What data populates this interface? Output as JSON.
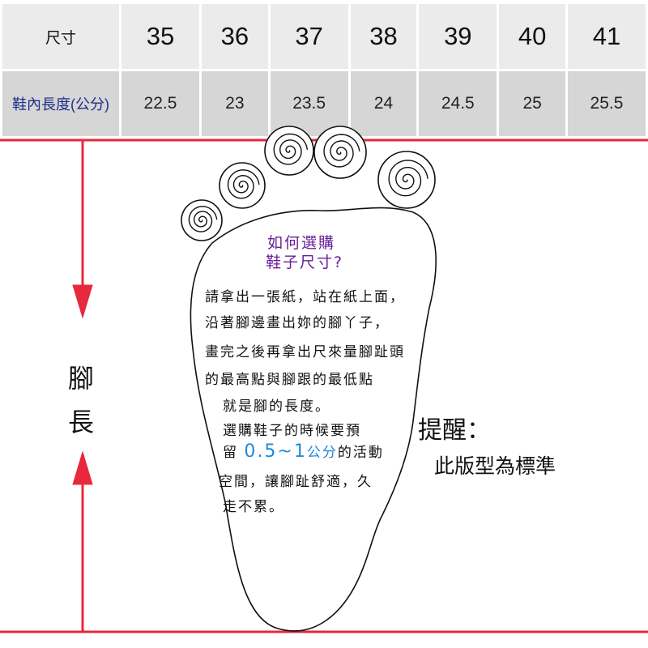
{
  "table": {
    "row_headers": [
      "尺寸",
      "鞋內長度(公分)"
    ],
    "sizes": [
      "35",
      "36",
      "37",
      "38",
      "39",
      "40",
      "41"
    ],
    "lengths": [
      "22.5",
      "23",
      "23.5",
      "24",
      "24.5",
      "25",
      "25.5"
    ]
  },
  "foot_length_label": [
    "腳",
    "長"
  ],
  "guide": {
    "title_lines": [
      "如何選購",
      "鞋子尺寸?"
    ],
    "lines": [
      "請拿出一張紙，站在紙上面，",
      "沿著腳邊畫出妳的腳丫子，",
      "畫完之後再拿出尺來量腳趾頭",
      "的最高點與腳跟的最低點",
      "就是腳的長度。",
      "選購鞋子的時候要預"
    ],
    "line7_pre": "留 ",
    "line7_num": "0.5~1",
    "line7_unit": "公分",
    "line7_post": "的活動",
    "line8": "空間，讓腳趾舒適，久",
    "line9": "走不累。"
  },
  "reminder": {
    "title": "提醒：",
    "text": "此版型為標準"
  },
  "colors": {
    "red": "#e8283c",
    "purple": "#6a1f9a",
    "blue": "#1e8ad8",
    "navy": "#1e2f8a"
  }
}
